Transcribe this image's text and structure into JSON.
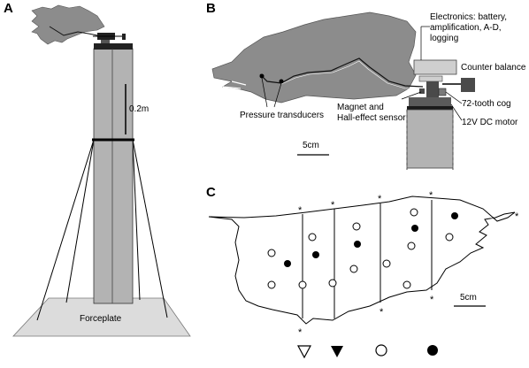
{
  "panels": {
    "a": "A",
    "b": "B",
    "c": "C"
  },
  "panel_a": {
    "scale_label": "0.2m",
    "forceplate_label": "Forceplate"
  },
  "panel_b": {
    "electronics_label_line1": "Electronics: battery,",
    "electronics_label_line2": "amplification, A-D,",
    "electronics_label_line3": "logging",
    "counter_balance_label": "Counter balance",
    "cog_label": "72-tooth cog",
    "motor_label": "12V DC motor",
    "pressure_label": "Pressure transducers",
    "magnet_label_line1": "Magnet and",
    "magnet_label_line2": "Hall-effect sensor",
    "scale_label": "5cm"
  },
  "panel_c": {
    "scale_label": "5cm",
    "asterisk": "*",
    "legend": [
      {
        "symbol": "open-triangle",
        "fill": "#ffffff"
      },
      {
        "symbol": "filled-triangle",
        "fill": "#000000"
      },
      {
        "symbol": "open-circle",
        "fill": "#ffffff"
      },
      {
        "symbol": "filled-circle",
        "fill": "#000000"
      }
    ]
  },
  "colors": {
    "leaf_fill": "#8c8c8c",
    "pole_fill": "#b3b3b3",
    "plate_fill": "#dcdcdc",
    "box_fill": "#cfcfcf",
    "dark": "#4a4a4a",
    "motor_fill": "#5a5a5a"
  }
}
